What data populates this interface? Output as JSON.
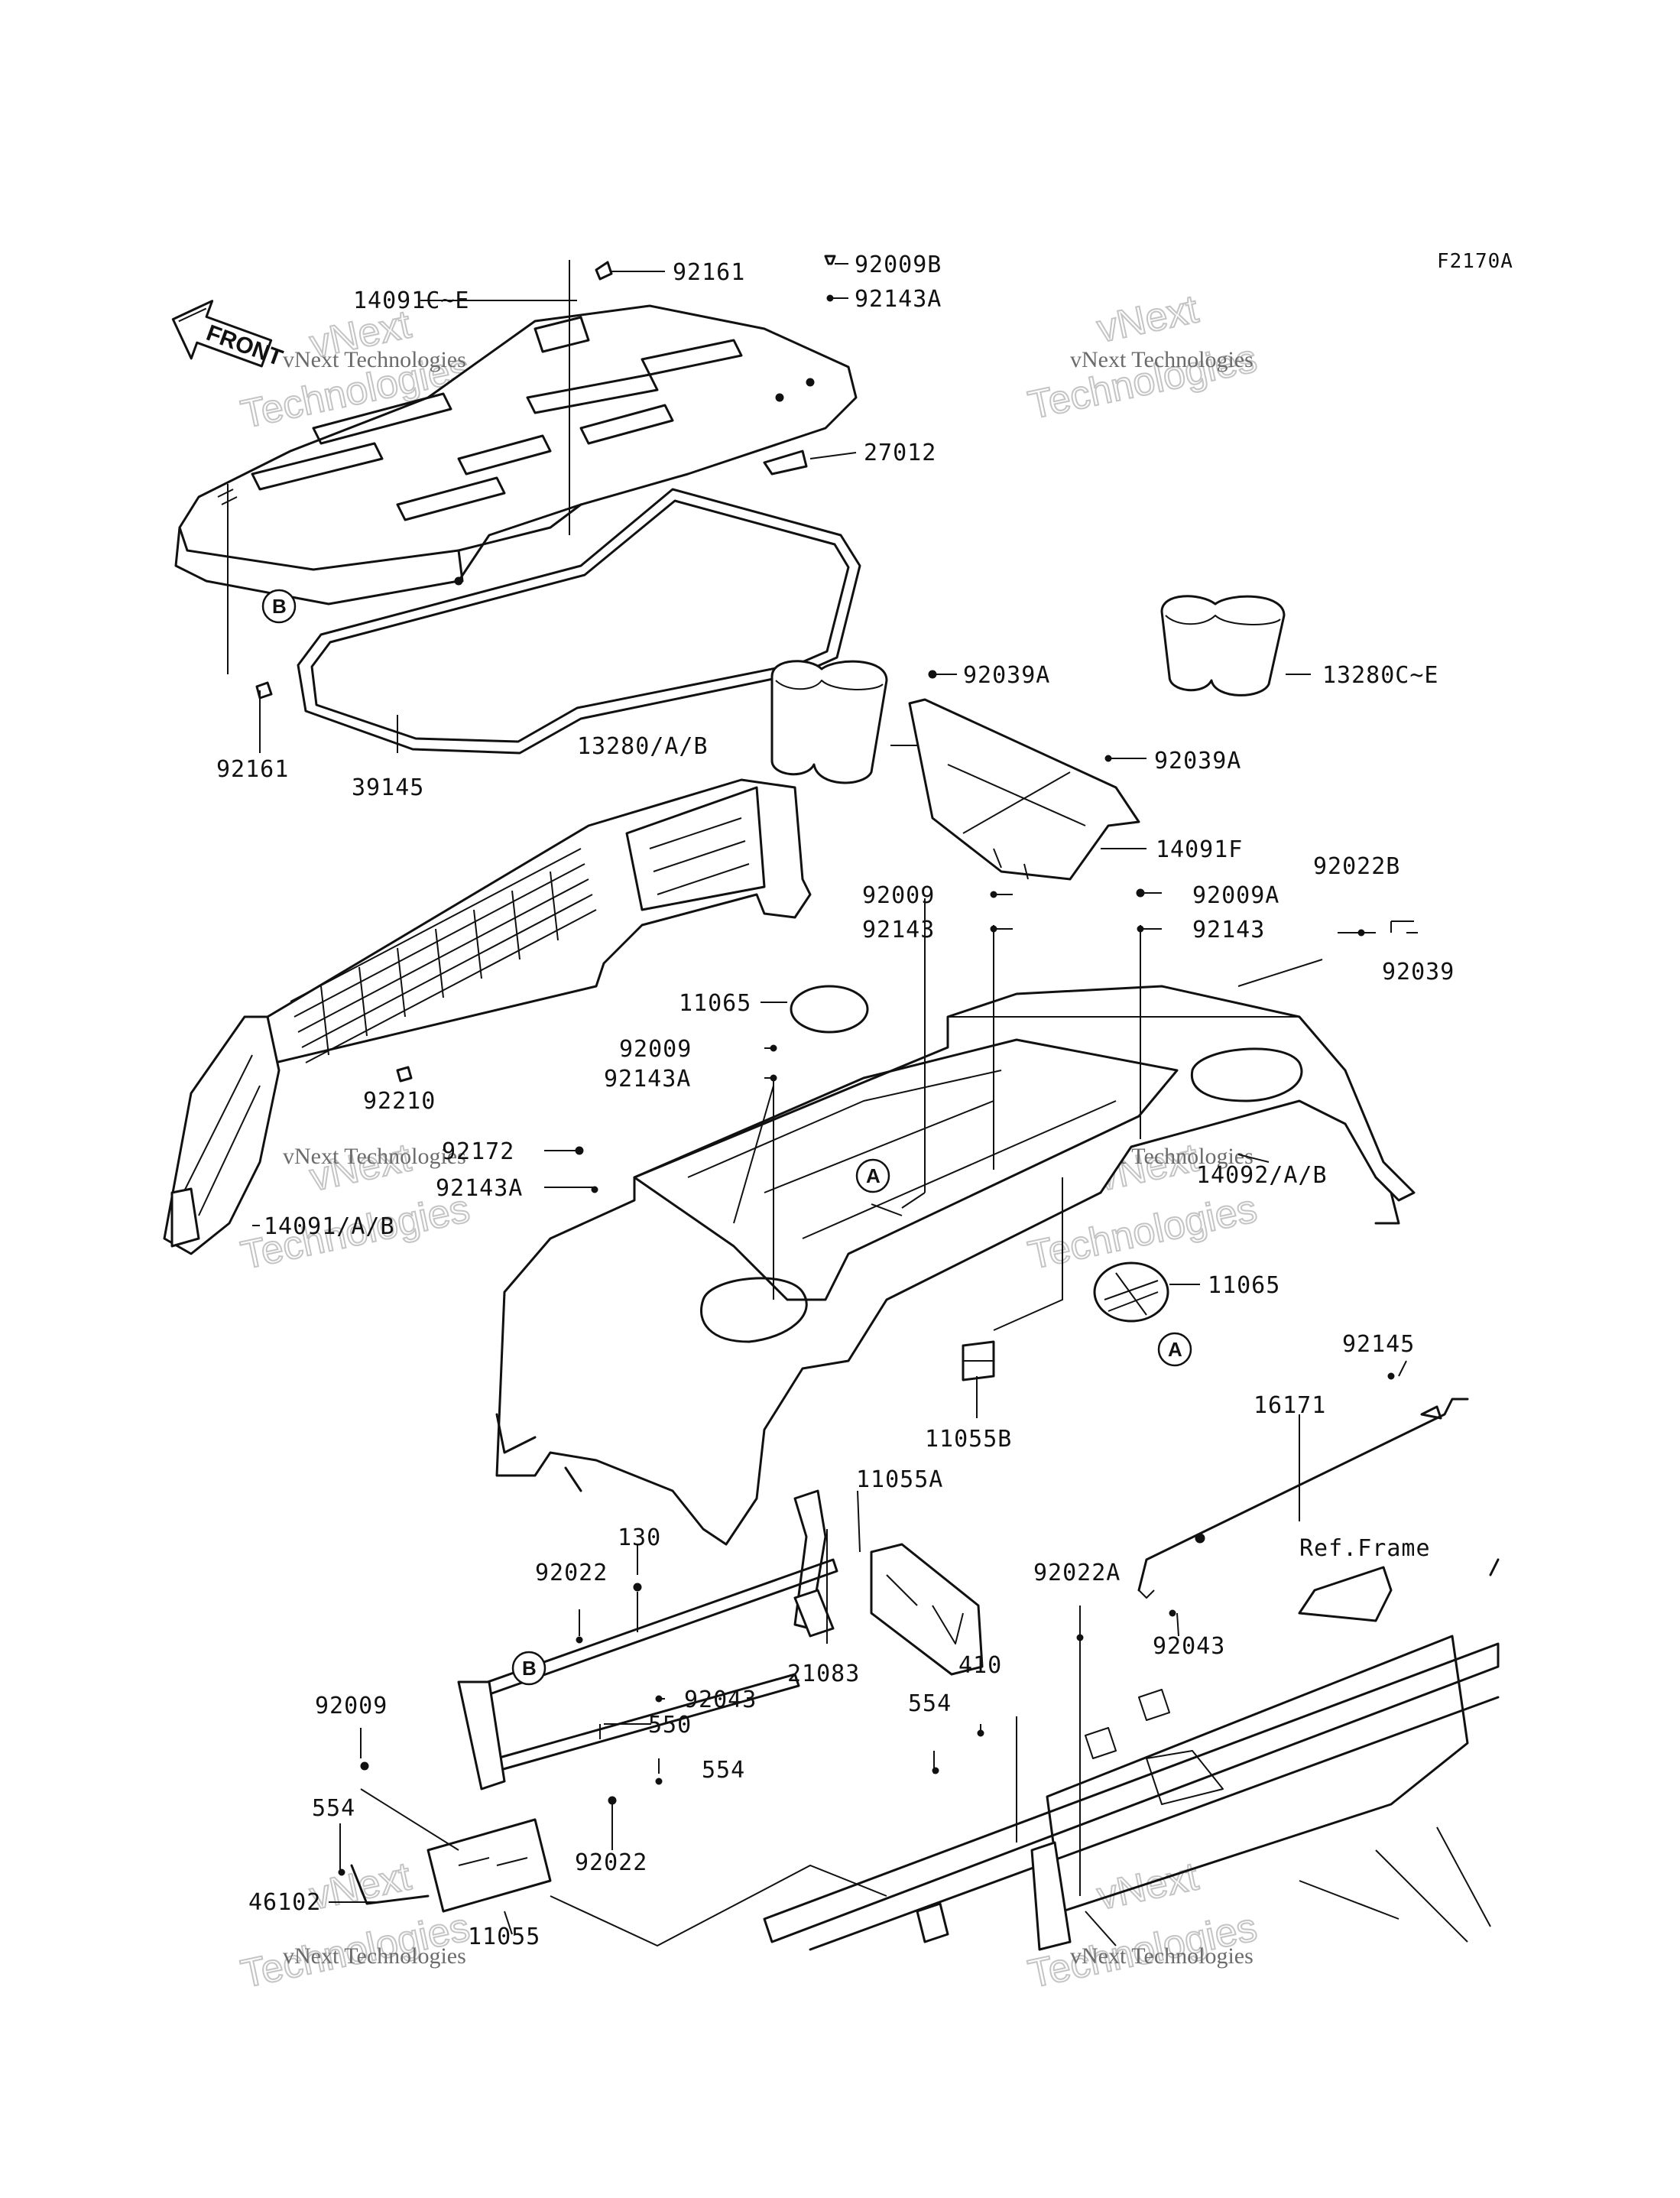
{
  "figure_id": "F2170A",
  "front_arrow": {
    "label": "FRONT",
    "icon": "front-direction-arrow-icon"
  },
  "reference_label": "Ref.Frame",
  "callouts": {
    "a": "A",
    "b": "B"
  },
  "watermark": {
    "small": "vNext Technologies",
    "big_line1": "vNext",
    "big_line2": "Technologies"
  },
  "parts": {
    "p92161_top": "92161",
    "p14091ce": "14091C~E",
    "p92009b": "92009B",
    "p92143a_top": "92143A",
    "p27012": "27012",
    "p92161_bottom": "92161",
    "p39145": "39145",
    "p13280ce": "13280C~E",
    "p92039a_1": "92039A",
    "p13280ab": "13280/A/B",
    "p92039a_2": "92039A",
    "p14091f": "14091F",
    "p92009_1": "92009",
    "p92009a": "92009A",
    "p92022b": "92022B",
    "p92143_1": "92143",
    "p92143_2": "92143",
    "p92039": "92039",
    "p11065_1": "11065",
    "p92009_2": "92009",
    "p92143a_mid": "92143A",
    "p92210": "92210",
    "p92172": "92172",
    "p92143a_low": "92143A",
    "p14091ab": "14091/A/B",
    "p14092ab": "14092/A/B",
    "p11065_2": "11065",
    "p92145": "92145",
    "p11055b": "11055B",
    "p16171": "16171",
    "p11055a": "11055A",
    "p130": "130",
    "p92022_1": "92022",
    "p92022a": "92022A",
    "p92043_1": "92043",
    "p21083": "21083",
    "p410": "410",
    "p92009_3": "92009",
    "p92043_2": "92043",
    "p550": "550",
    "p554_1": "554",
    "p554_2": "554",
    "p554_3": "554",
    "p92022_2": "92022",
    "p46102": "46102",
    "p11055": "11055"
  }
}
